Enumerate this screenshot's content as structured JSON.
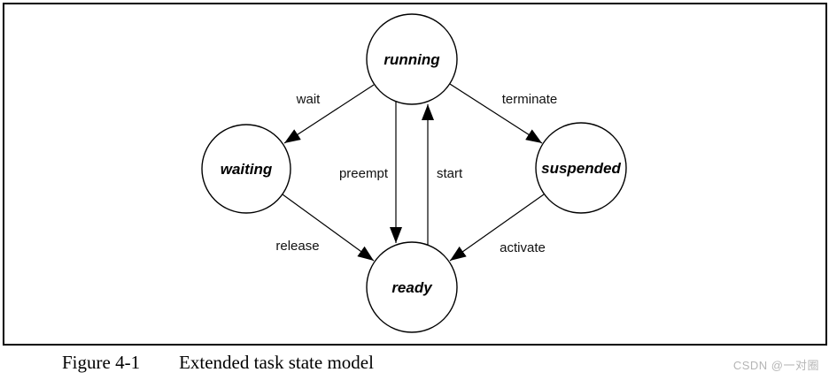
{
  "diagram": {
    "title_hint": "task state diagram",
    "nodes": {
      "running": {
        "label": "running"
      },
      "waiting": {
        "label": "waiting"
      },
      "suspended": {
        "label": "suspended"
      },
      "ready": {
        "label": "ready"
      }
    },
    "transitions": {
      "wait": {
        "label": "wait",
        "from": "running",
        "to": "waiting"
      },
      "terminate": {
        "label": "terminate",
        "from": "running",
        "to": "suspended"
      },
      "preempt": {
        "label": "preempt",
        "from": "running",
        "to": "ready"
      },
      "start": {
        "label": "start",
        "from": "ready",
        "to": "running"
      },
      "release": {
        "label": "release",
        "from": "waiting",
        "to": "ready"
      },
      "activate": {
        "label": "activate",
        "from": "suspended",
        "to": "ready"
      }
    }
  },
  "caption": {
    "figure_number": "Figure 4-1",
    "title": "Extended task state model"
  },
  "watermark": {
    "text": "CSDN @一对圈"
  },
  "colors": {
    "line": "#000000",
    "background": "#ffffff",
    "watermark": "#b5b5b5"
  }
}
